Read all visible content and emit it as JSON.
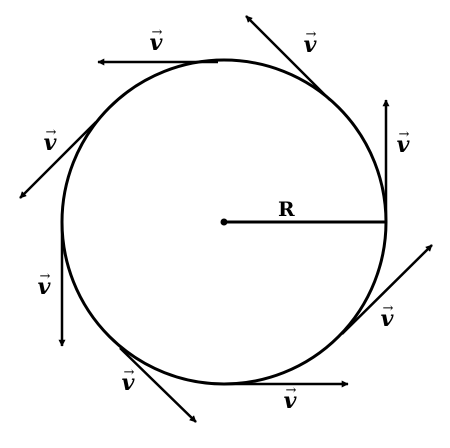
{
  "diagram": {
    "radius_label": "R",
    "velocity_label": "v",
    "vector_arrow_glyph": "→",
    "stroke_color": "#000000",
    "background_color": "#ffffff",
    "tangent_vectors": [
      {
        "name": "velocity-vector-right"
      },
      {
        "name": "velocity-vector-lower-right"
      },
      {
        "name": "velocity-vector-bottom"
      },
      {
        "name": "velocity-vector-lower-left"
      },
      {
        "name": "velocity-vector-left"
      },
      {
        "name": "velocity-vector-upper-left"
      },
      {
        "name": "velocity-vector-top"
      },
      {
        "name": "velocity-vector-upper-right"
      }
    ]
  }
}
